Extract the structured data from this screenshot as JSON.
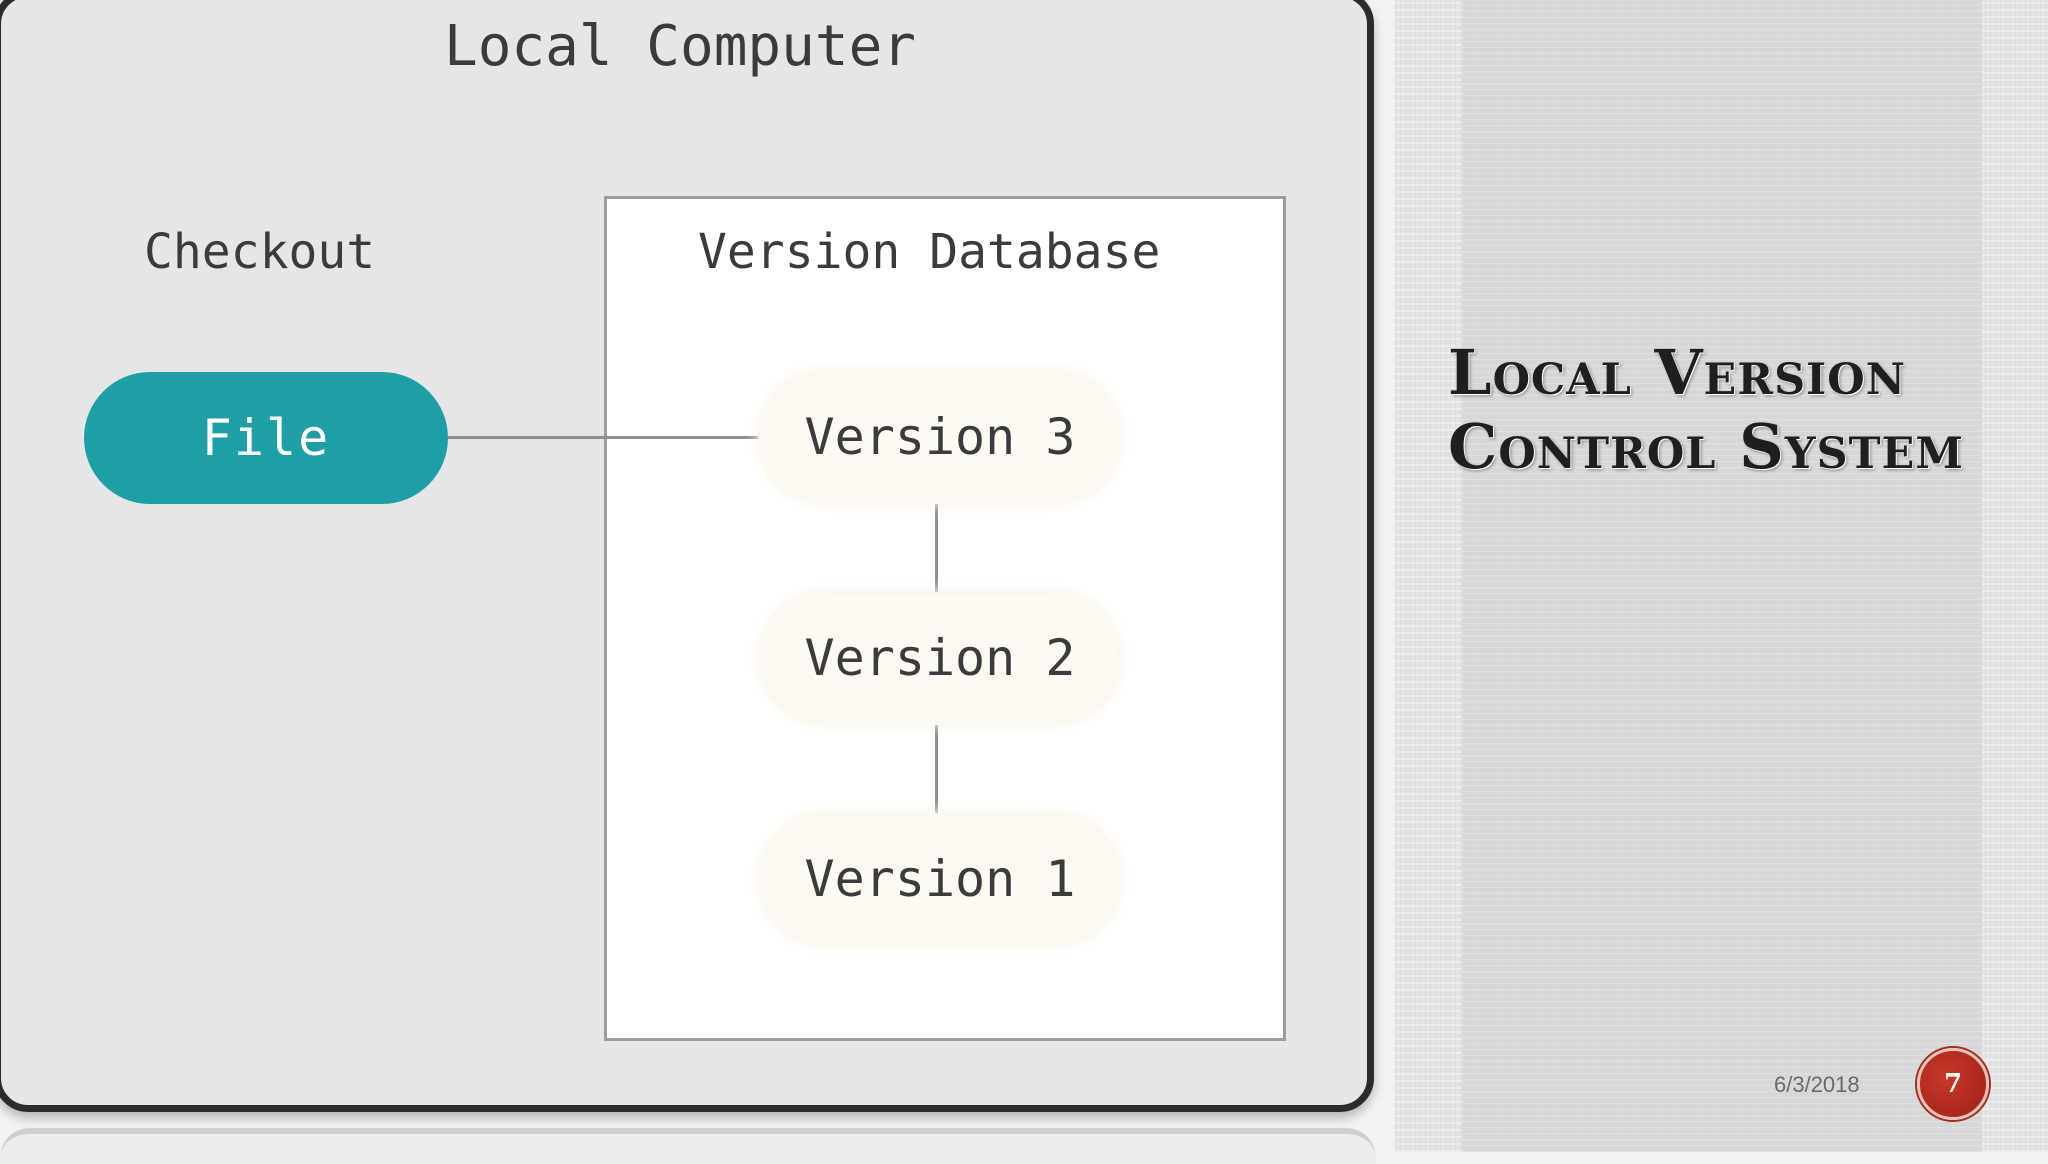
{
  "diagram": {
    "panel_title": "Local Computer",
    "checkout_label": "Checkout",
    "file_label": "File",
    "database_title": "Version Database",
    "versions": [
      "Version 3",
      "Version 2",
      "Version 1"
    ],
    "colors": {
      "file_fill": "#1f9ea6",
      "panel_fill": "#e6e6e9",
      "version_fill": "#fcfaf3"
    }
  },
  "slide": {
    "title_line1": "Local Version",
    "title_line2": "Control System",
    "date": "6/3/2018",
    "number": "7",
    "number_color": "#b02a1e"
  }
}
